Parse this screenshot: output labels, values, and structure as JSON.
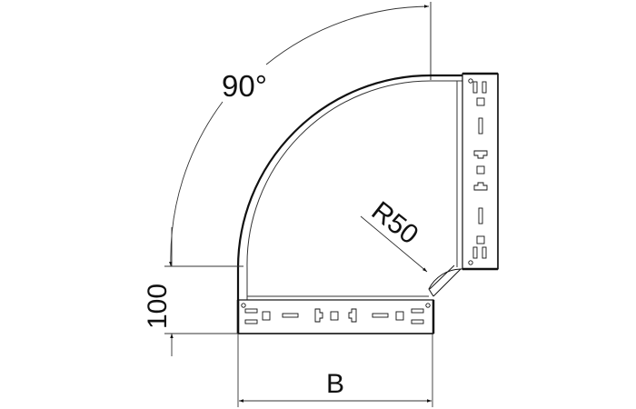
{
  "drawing": {
    "type": "cable-tray-bend-90-technical-drawing",
    "labels": {
      "angle": "90°",
      "radius": "R50",
      "height": "100",
      "width": "B"
    }
  },
  "colors": {
    "background": "#ffffff",
    "line": "#111111",
    "thin_line": "#333333"
  }
}
